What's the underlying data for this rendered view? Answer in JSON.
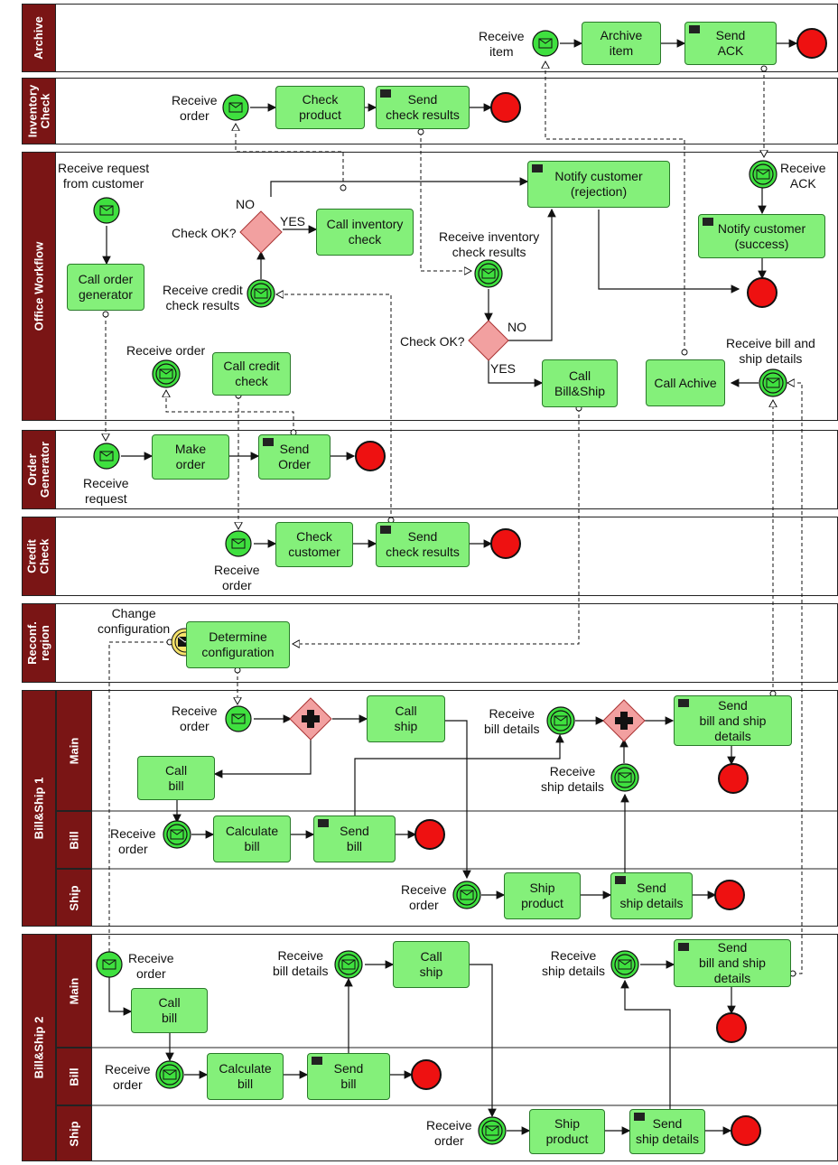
{
  "pools": {
    "archive": "Archive",
    "inventory": "Inventory\nCheck",
    "office": "Office Workflow",
    "order_gen": "Order\nGenerator",
    "credit": "Credit\nCheck",
    "reconf": "Reconf.\nregion",
    "bs1": "Bill&Ship 1",
    "bs2": "Bill&Ship 2"
  },
  "lanes": {
    "main": "Main",
    "bill": "Bill",
    "ship": "Ship"
  },
  "tasks": {
    "archive_item": "Archive\nitem",
    "send_ack": "Send\nACK",
    "check_product": "Check\nproduct",
    "send_check_results_inv": "Send\ncheck results",
    "notify_rejection": "Notify customer\n(rejection)",
    "notify_success": "Notify customer\n(success)",
    "call_inventory_check": "Call inventory\ncheck",
    "call_order_generator": "Call order\ngenerator",
    "call_credit_check": "Call credit\ncheck",
    "call_billship": "Call\nBill&Ship",
    "call_archive": "Call Achive",
    "make_order": "Make\norder",
    "send_order": "Send\nOrder",
    "check_customer": "Check\ncustomer",
    "send_check_results_cc": "Send\ncheck results",
    "determine_config": "Determine\nconfiguration",
    "bs1_call_ship": "Call\nship",
    "bs1_call_bill": "Call\nbill",
    "bs1_send_bill_ship": "Send\nbill and ship\ndetails",
    "bs1_calc_bill": "Calculate\nbill",
    "bs1_send_bill": "Send\nbill",
    "bs1_ship_product": "Ship\nproduct",
    "bs1_send_ship_details": "Send\nship details",
    "bs2_call_bill": "Call\nbill",
    "bs2_call_ship": "Call\nship",
    "bs2_send_bill_ship": "Send\nbill and ship\ndetails",
    "bs2_calc_bill": "Calculate\nbill",
    "bs2_send_bill": "Send\nbill",
    "bs2_ship_product": "Ship\nproduct",
    "bs2_send_ship_details": "Send\nship details"
  },
  "labels": {
    "receive_item": "Receive\nitem",
    "inv_receive_order": "Receive\norder",
    "receive_request_from_customer": "Receive request\nfrom customer",
    "receive_ack": "Receive\nACK",
    "no1": "NO",
    "yes1": "YES",
    "check_ok1": "Check OK?",
    "receive_credit_check_results": "Receive credit\ncheck results",
    "receive_inventory_check_results": "Receive inventory\ncheck results",
    "no2": "NO",
    "check_ok2": "Check OK?",
    "yes2": "YES",
    "office_receive_order": "Receive order",
    "receive_bill_ship_details": "Receive bill and\nship details",
    "receive_request": "Receive\nrequest",
    "cc_receive_order": "Receive\norder",
    "change_configuration": "Change\nconfiguration",
    "bs1_receive_order_main": "Receive\norder",
    "bs1_receive_bill_details": "Receive\nbill details",
    "bs1_receive_ship_details": "Receive\nship details",
    "bs1_receive_order_bill": "Receive\norder",
    "bs1_receive_order_ship": "Receive\norder",
    "bs2_receive_order_main": "Receive\norder",
    "bs2_receive_bill_details": "Receive\nbill details",
    "bs2_receive_ship_details": "Receive\nship details",
    "bs2_receive_order_bill": "Receive\norder",
    "bs2_receive_order_ship": "Receive\norder"
  },
  "colors": {
    "pool_label": "#7a1515",
    "task_fill": "#84f07a",
    "event_fill": "#3fe03f",
    "end_fill": "#ee1111",
    "gateway_fill": "#f2a0a0"
  }
}
